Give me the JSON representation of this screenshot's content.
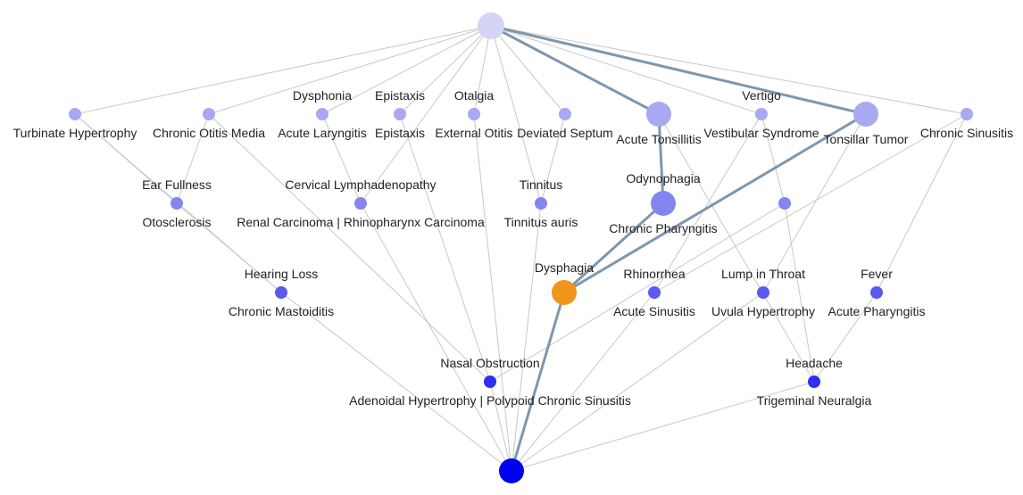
{
  "colors": {
    "edge": "#c8c8c8",
    "highlight_edge": "#7f97ae",
    "selected_node": "#f0961d",
    "level_0": "#d4d4f7",
    "level_1": "#a8a8f3",
    "level_2": "#8585f0",
    "level_3": "#5a5af0",
    "level_4": "#3030f0",
    "level_5": "#0000f0"
  },
  "nodes": [
    {
      "id": "root",
      "level": 0,
      "size": "large",
      "above": "",
      "below": ""
    },
    {
      "id": "n1",
      "level": 1,
      "size": "small",
      "above": "",
      "below": "Turbinate Hypertrophy"
    },
    {
      "id": "n2",
      "level": 1,
      "size": "small",
      "above": "",
      "below": "Chronic Otitis Media"
    },
    {
      "id": "n3",
      "level": 1,
      "size": "small",
      "above": "Dysphonia",
      "below": "Acute Laryngitis"
    },
    {
      "id": "n4",
      "level": 1,
      "size": "small",
      "above": "Epistaxis",
      "below": "Epistaxis"
    },
    {
      "id": "n5",
      "level": 1,
      "size": "small",
      "above": "Otalgia",
      "below": "External Otitis"
    },
    {
      "id": "n6",
      "level": 1,
      "size": "small",
      "above": "",
      "below": "Deviated Septum"
    },
    {
      "id": "n7",
      "level": 1,
      "size": "large",
      "above": "",
      "below": "Acute Tonsillitis"
    },
    {
      "id": "n8",
      "level": 1,
      "size": "small",
      "above": "Vertigo",
      "below": "Vestibular Syndrome"
    },
    {
      "id": "n9",
      "level": 1,
      "size": "large",
      "above": "",
      "below": "Tonsillar Tumor"
    },
    {
      "id": "n10",
      "level": 1,
      "size": "small",
      "above": "",
      "below": "Chronic Sinusitis"
    },
    {
      "id": "n11",
      "level": 2,
      "size": "small",
      "above": "Ear Fullness",
      "below": "Otosclerosis"
    },
    {
      "id": "n12",
      "level": 2,
      "size": "small",
      "above": "Cervical Lymphadenopathy",
      "below": "Renal Carcinoma | Rhinopharynx Carcinoma"
    },
    {
      "id": "n13",
      "level": 2,
      "size": "small",
      "above": "Tinnitus",
      "below": "Tinnitus auris"
    },
    {
      "id": "n14",
      "level": 2,
      "size": "large",
      "above": "Odynophagia",
      "below": "Chronic Pharyngitis"
    },
    {
      "id": "n15",
      "level": 2,
      "size": "small",
      "above": "",
      "below": ""
    },
    {
      "id": "n16",
      "level": 3,
      "size": "small",
      "above": "Hearing Loss",
      "below": "Chronic Mastoiditis"
    },
    {
      "id": "n17",
      "level": 3,
      "size": "large",
      "above": "Dysphagia",
      "below": "",
      "selected": true
    },
    {
      "id": "n18",
      "level": 3,
      "size": "small",
      "above": "Rhinorrhea",
      "below": "Acute Sinusitis"
    },
    {
      "id": "n19",
      "level": 3,
      "size": "small",
      "above": "Lump in Throat",
      "below": "Uvula Hypertrophy"
    },
    {
      "id": "n20",
      "level": 3,
      "size": "small",
      "above": "Fever",
      "below": "Acute Pharyngitis"
    },
    {
      "id": "n21",
      "level": 4,
      "size": "small",
      "above": "Nasal Obstruction",
      "below": "Adenoidal Hypertrophy | Polypoid Chronic Sinusitis"
    },
    {
      "id": "n22",
      "level": 4,
      "size": "small",
      "above": "Headache",
      "below": "Trigeminal Neuralgia"
    },
    {
      "id": "bottom",
      "level": 5,
      "size": "large",
      "above": "",
      "below": ""
    }
  ],
  "edges": [
    [
      "root",
      "n1"
    ],
    [
      "root",
      "n2"
    ],
    [
      "root",
      "n3"
    ],
    [
      "root",
      "n4"
    ],
    [
      "root",
      "n5"
    ],
    [
      "root",
      "n6"
    ],
    [
      "root",
      "n7"
    ],
    [
      "root",
      "n8"
    ],
    [
      "root",
      "n9"
    ],
    [
      "root",
      "n10"
    ],
    [
      "root",
      "n12"
    ],
    [
      "root",
      "n13"
    ],
    [
      "n1",
      "n11"
    ],
    [
      "n1",
      "n16"
    ],
    [
      "n2",
      "n11"
    ],
    [
      "n2",
      "n21"
    ],
    [
      "n3",
      "n12"
    ],
    [
      "n4",
      "n21"
    ],
    [
      "n5",
      "bottom"
    ],
    [
      "n6",
      "n13"
    ],
    [
      "n7",
      "n14"
    ],
    [
      "n7",
      "n22"
    ],
    [
      "n8",
      "n18"
    ],
    [
      "n8",
      "n15"
    ],
    [
      "n9",
      "n17"
    ],
    [
      "n9",
      "n19"
    ],
    [
      "n10",
      "n18"
    ],
    [
      "n10",
      "n20"
    ],
    [
      "n11",
      "n16"
    ],
    [
      "n12",
      "bottom"
    ],
    [
      "n13",
      "bottom"
    ],
    [
      "n14",
      "n17"
    ],
    [
      "n15",
      "n22"
    ],
    [
      "n15",
      "n21"
    ],
    [
      "n16",
      "bottom"
    ],
    [
      "n17",
      "bottom"
    ],
    [
      "n18",
      "bottom"
    ],
    [
      "n19",
      "bottom"
    ],
    [
      "n20",
      "n22"
    ],
    [
      "n21",
      "bottom"
    ],
    [
      "n22",
      "bottom"
    ]
  ],
  "highlighted_edges": [
    [
      "root",
      "n7"
    ],
    [
      "root",
      "n9"
    ],
    [
      "n7",
      "n14"
    ],
    [
      "n14",
      "n17"
    ],
    [
      "n9",
      "n17"
    ],
    [
      "n17",
      "bottom"
    ]
  ]
}
